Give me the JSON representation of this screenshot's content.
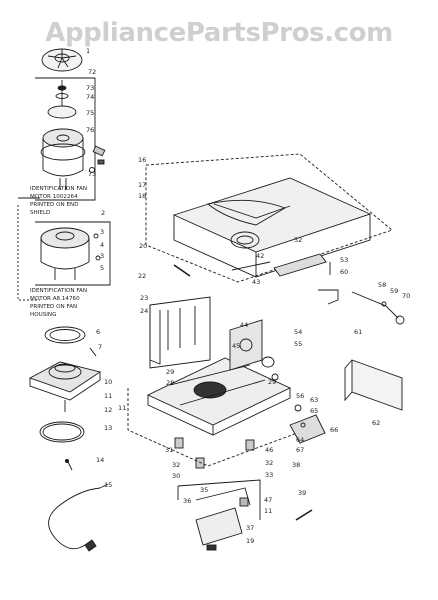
{
  "watermark": "AppliancePartsPros.com",
  "notes": {
    "upper": [
      "IDENTIFICATION  FAN",
      "MOTOR  1002264",
      "PRINTED  ON  END",
      "SHIELD"
    ],
    "lower": [
      "IDENTIFICATION  FAN",
      "MOTOR  A8.14760",
      "PRINTED  ON  FAN",
      "HOUSING"
    ]
  },
  "callouts": {
    "c1": "1",
    "c72": "72",
    "c73a": "73",
    "c74": "74",
    "c75": "75",
    "c76": "76",
    "c73b": "73",
    "c2": "2",
    "c3a": "3",
    "c4": "4",
    "c3b": "3",
    "c5": "5",
    "c6": "6",
    "c7": "7",
    "c10": "10",
    "c11a": "11",
    "c12": "12",
    "c13": "13",
    "c14": "14",
    "c15": "15",
    "c16": "16",
    "c17": "17",
    "c18": "18",
    "c20": "20",
    "c22": "22",
    "c23": "23",
    "c24": "24",
    "c52": "52",
    "c42": "42",
    "c43": "43",
    "c53": "53",
    "c60": "60",
    "c58": "58",
    "c59": "59",
    "c70": "70",
    "c61": "61",
    "c44": "44",
    "c54": "54",
    "c55": "55",
    "c45": "45",
    "c29a": "29",
    "c28": "28",
    "c29b": "29",
    "c11b": "11",
    "c56": "56",
    "c63": "63",
    "c65": "65",
    "c64": "64",
    "c66": "66",
    "c67": "67",
    "c62": "62",
    "c31": "31",
    "c32a": "32",
    "c30": "30",
    "c46": "46",
    "c32b": "32",
    "c33": "33",
    "c38": "38",
    "c36": "36",
    "c35": "35",
    "c47": "47",
    "c11c": "11",
    "c37": "37",
    "c39": "39",
    "c19": "19"
  }
}
